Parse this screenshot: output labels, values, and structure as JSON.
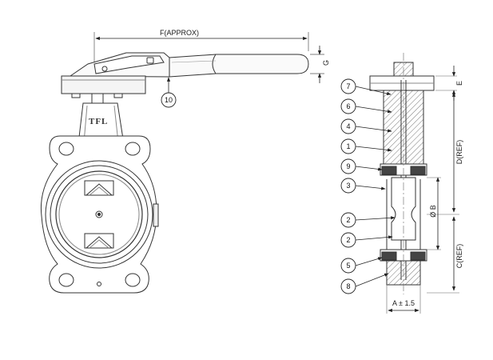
{
  "drawing": {
    "brand_mark": "TFL",
    "dimensions": {
      "F": "F(APPROX)",
      "G": "G",
      "E": "E",
      "D": "D(REF)",
      "B": "Ø B",
      "C": "C(REF)",
      "A": "A ± 1.5"
    },
    "balloons": [
      "7",
      "6",
      "4",
      "1",
      "9",
      "3",
      "2",
      "2",
      "5",
      "8"
    ],
    "handle_balloon": "10"
  }
}
